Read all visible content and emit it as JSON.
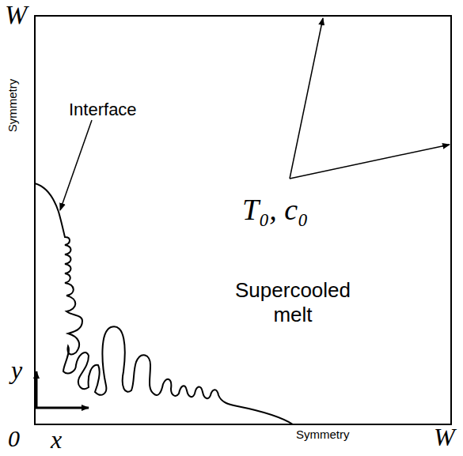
{
  "diagram": {
    "labels": [
      "W",
      "Symmetry",
      "Interface",
      "T₀, c₀",
      "Supercooled melt",
      "y",
      "0",
      "x",
      "Symmetry",
      "W"
    ]
  }
}
